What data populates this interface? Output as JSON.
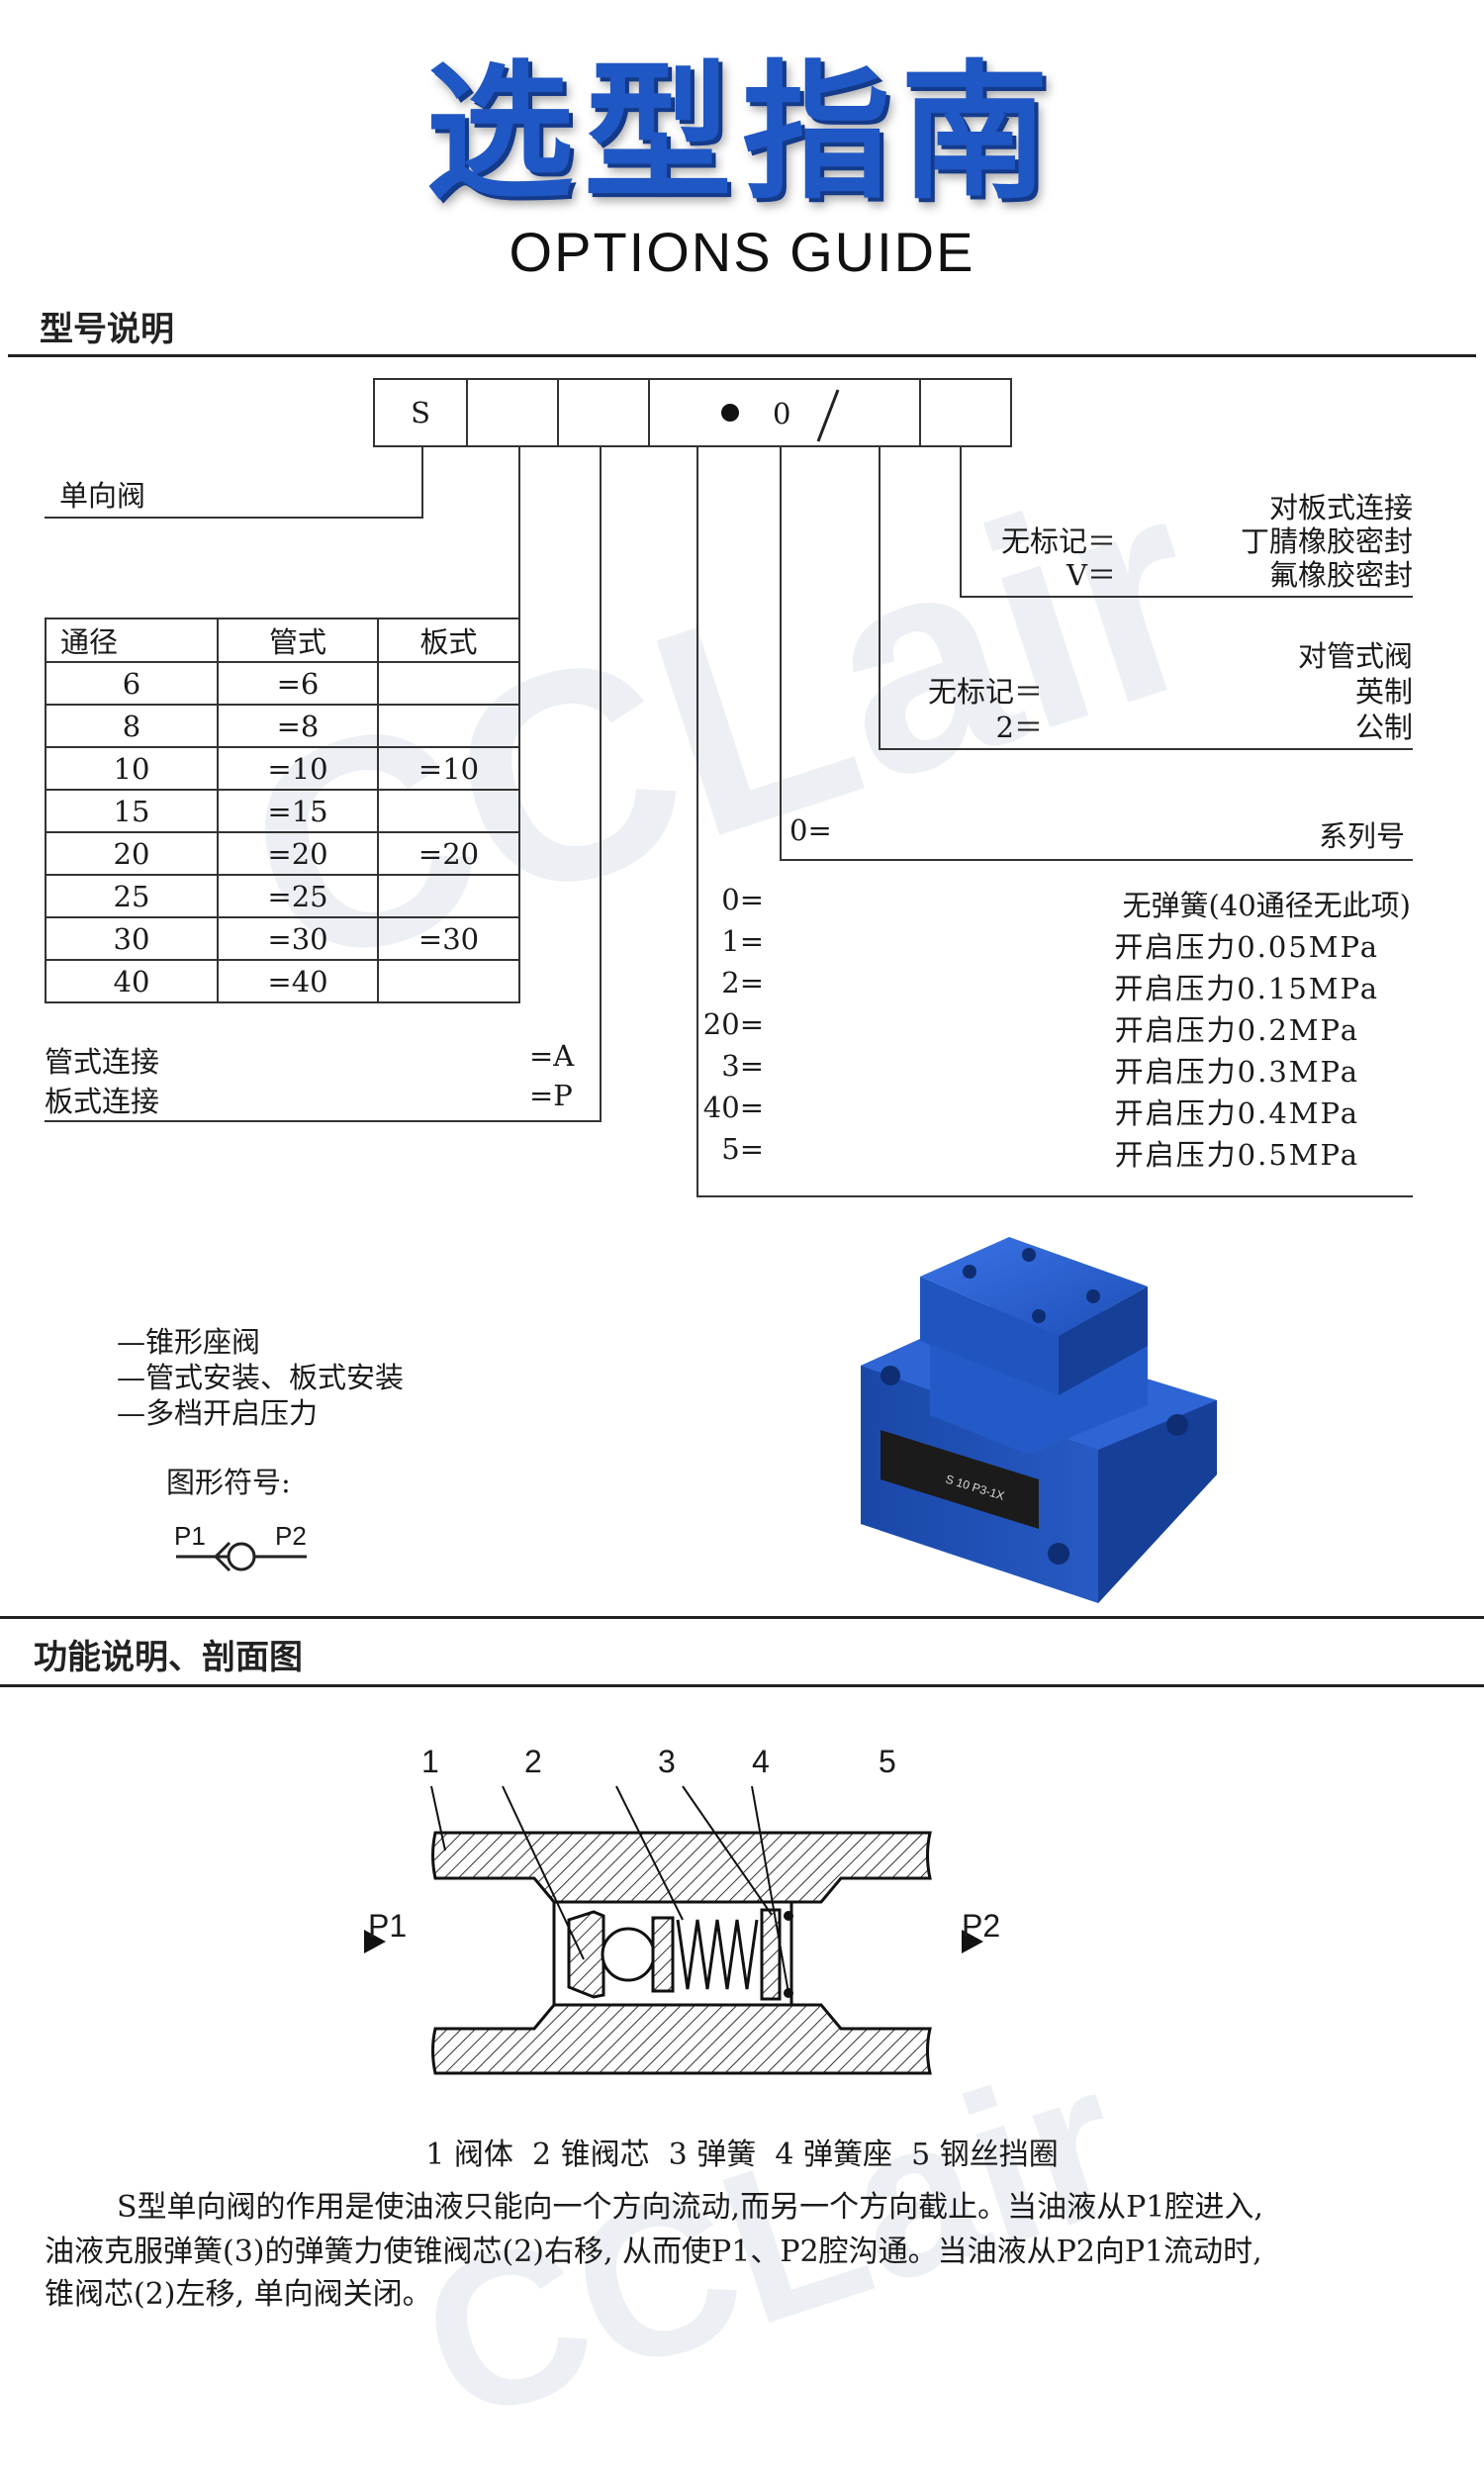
{
  "header": {
    "title_cn": "选型指南",
    "title_en": "OPTIONS GUIDE"
  },
  "section1": {
    "title": "型号说明"
  },
  "code_boxes": {
    "first": "S",
    "mid": "0"
  },
  "labels": {
    "check_valve": "单向阀"
  },
  "sealing": {
    "line1": "对板式连接",
    "key2": "无标记＝",
    "val2": "丁腈橡胶密封",
    "key3": "V＝",
    "val3": "氟橡胶密封"
  },
  "thread": {
    "line1": "对管式阀",
    "key2": "无标记＝",
    "val2": "英制",
    "key3": "2＝",
    "val3": "公制"
  },
  "series": {
    "key": "0=",
    "val": "系列号"
  },
  "spring": {
    "rows": [
      {
        "key": "0=",
        "val": "无弹簧(40通径无此项)"
      },
      {
        "key": "1=",
        "val": "开启压力0.05MPa"
      },
      {
        "key": "2=",
        "val": "开启压力0.15MPa"
      },
      {
        "key": "20=",
        "val": "开启压力0.2MPa"
      },
      {
        "key": "3=",
        "val": "开启压力0.3MPa"
      },
      {
        "key": "40=",
        "val": "开启压力0.4MPa"
      },
      {
        "key": "5=",
        "val": "开启压力0.5MPa"
      }
    ]
  },
  "size_table": {
    "headers": [
      "通径",
      "管式",
      "板式"
    ],
    "rows": [
      [
        "6",
        "=6",
        ""
      ],
      [
        "8",
        "=8",
        ""
      ],
      [
        "10",
        "=10",
        "=10"
      ],
      [
        "15",
        "=15",
        ""
      ],
      [
        "20",
        "=20",
        "=20"
      ],
      [
        "25",
        "=25",
        ""
      ],
      [
        "30",
        "=30",
        "=30"
      ],
      [
        "40",
        "=40",
        ""
      ]
    ]
  },
  "connection": {
    "pipe_label": "管式连接",
    "pipe_code": "=A",
    "plate_label": "板式连接",
    "plate_code": "=P"
  },
  "features": {
    "f1": "—锥形座阀",
    "f2": "—管式安装、板式安装",
    "f3": "—多档开启压力",
    "symbol_label": "图形符号:",
    "p1": "P1",
    "p2": "P2"
  },
  "product": {
    "plate_text": "S 10 P3-1X"
  },
  "watermark": {
    "text": "CCLair"
  },
  "section2": {
    "title": "功能说明、剖面图"
  },
  "section_drawing": {
    "callouts": [
      "1",
      "2",
      "3",
      "4",
      "5"
    ],
    "p1": "P1",
    "p2": "P2",
    "legend": "1 阀体  2 锥阀芯  3 弹簧  4 弹簧座  5 钢丝挡圈"
  },
  "description": {
    "line1": "S型单向阀的作用是使油液只能向一个方向流动,而另一个方向截止。当油液从P1腔进入,",
    "line2": "油液克服弹簧(3)的弹簧力使锥阀芯(2)右移, 从而使P1、P2腔沟通。当油液从P2向P1流动时,",
    "line3": "锥阀芯(2)左移, 单向阀关闭。"
  }
}
